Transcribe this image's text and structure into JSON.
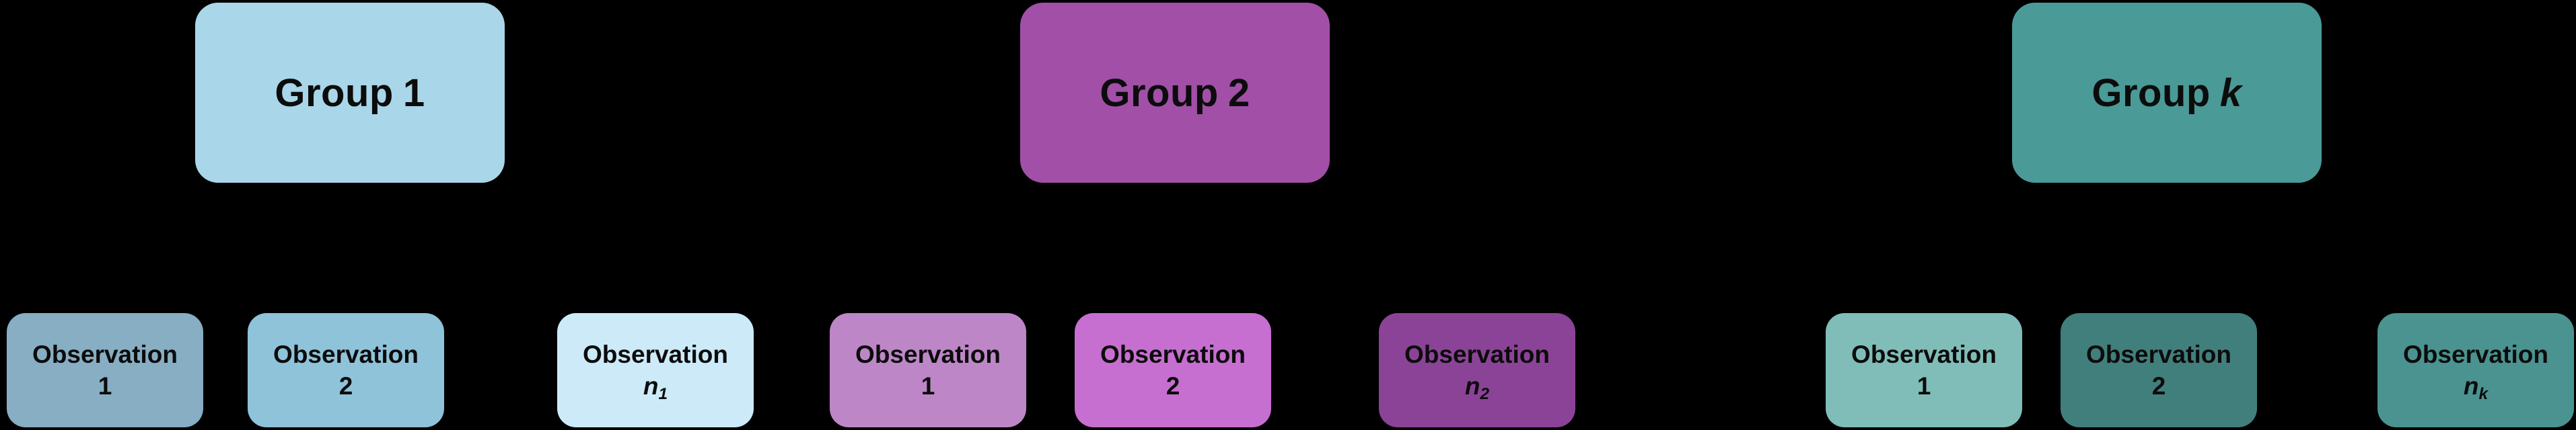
{
  "background": "#000000",
  "text_color": "#0c0c0c",
  "diagram": "grouped-observations-tree",
  "groups": [
    {
      "name": "Group 1",
      "label_prefix": "Group",
      "label_plain": "1",
      "label_var": "",
      "color": "#a9d6e9",
      "observations": [
        {
          "line1": "Observation",
          "value_plain": "1",
          "value_var": "",
          "value_sub": "",
          "color": "#87aec3"
        },
        {
          "line1": "Observation",
          "value_plain": "2",
          "value_var": "",
          "value_sub": "",
          "color": "#8fc3d9"
        },
        {
          "line1": "Observation",
          "value_plain": "",
          "value_var": "n",
          "value_sub": "1",
          "color": "#cdeaf8"
        }
      ]
    },
    {
      "name": "Group 2",
      "label_prefix": "Group",
      "label_plain": "2",
      "label_var": "",
      "color": "#a24fa8",
      "observations": [
        {
          "line1": "Observation",
          "value_plain": "1",
          "value_var": "",
          "value_sub": "",
          "color": "#bd87c7"
        },
        {
          "line1": "Observation",
          "value_plain": "2",
          "value_var": "",
          "value_sub": "",
          "color": "#c76fd1"
        },
        {
          "line1": "Observation",
          "value_plain": "",
          "value_var": "n",
          "value_sub": "2",
          "color": "#8b4397"
        }
      ]
    },
    {
      "name": "Group k",
      "label_prefix": "Group",
      "label_plain": "",
      "label_var": "k",
      "color": "#4a9a97",
      "observations": [
        {
          "line1": "Observation",
          "value_plain": "1",
          "value_var": "",
          "value_sub": "",
          "color": "#80bdb8"
        },
        {
          "line1": "Observation",
          "value_plain": "2",
          "value_var": "",
          "value_sub": "",
          "color": "#417f7d"
        },
        {
          "line1": "Observation",
          "value_plain": "",
          "value_var": "n",
          "value_sub": "k",
          "color": "#4a9390"
        }
      ]
    }
  ]
}
